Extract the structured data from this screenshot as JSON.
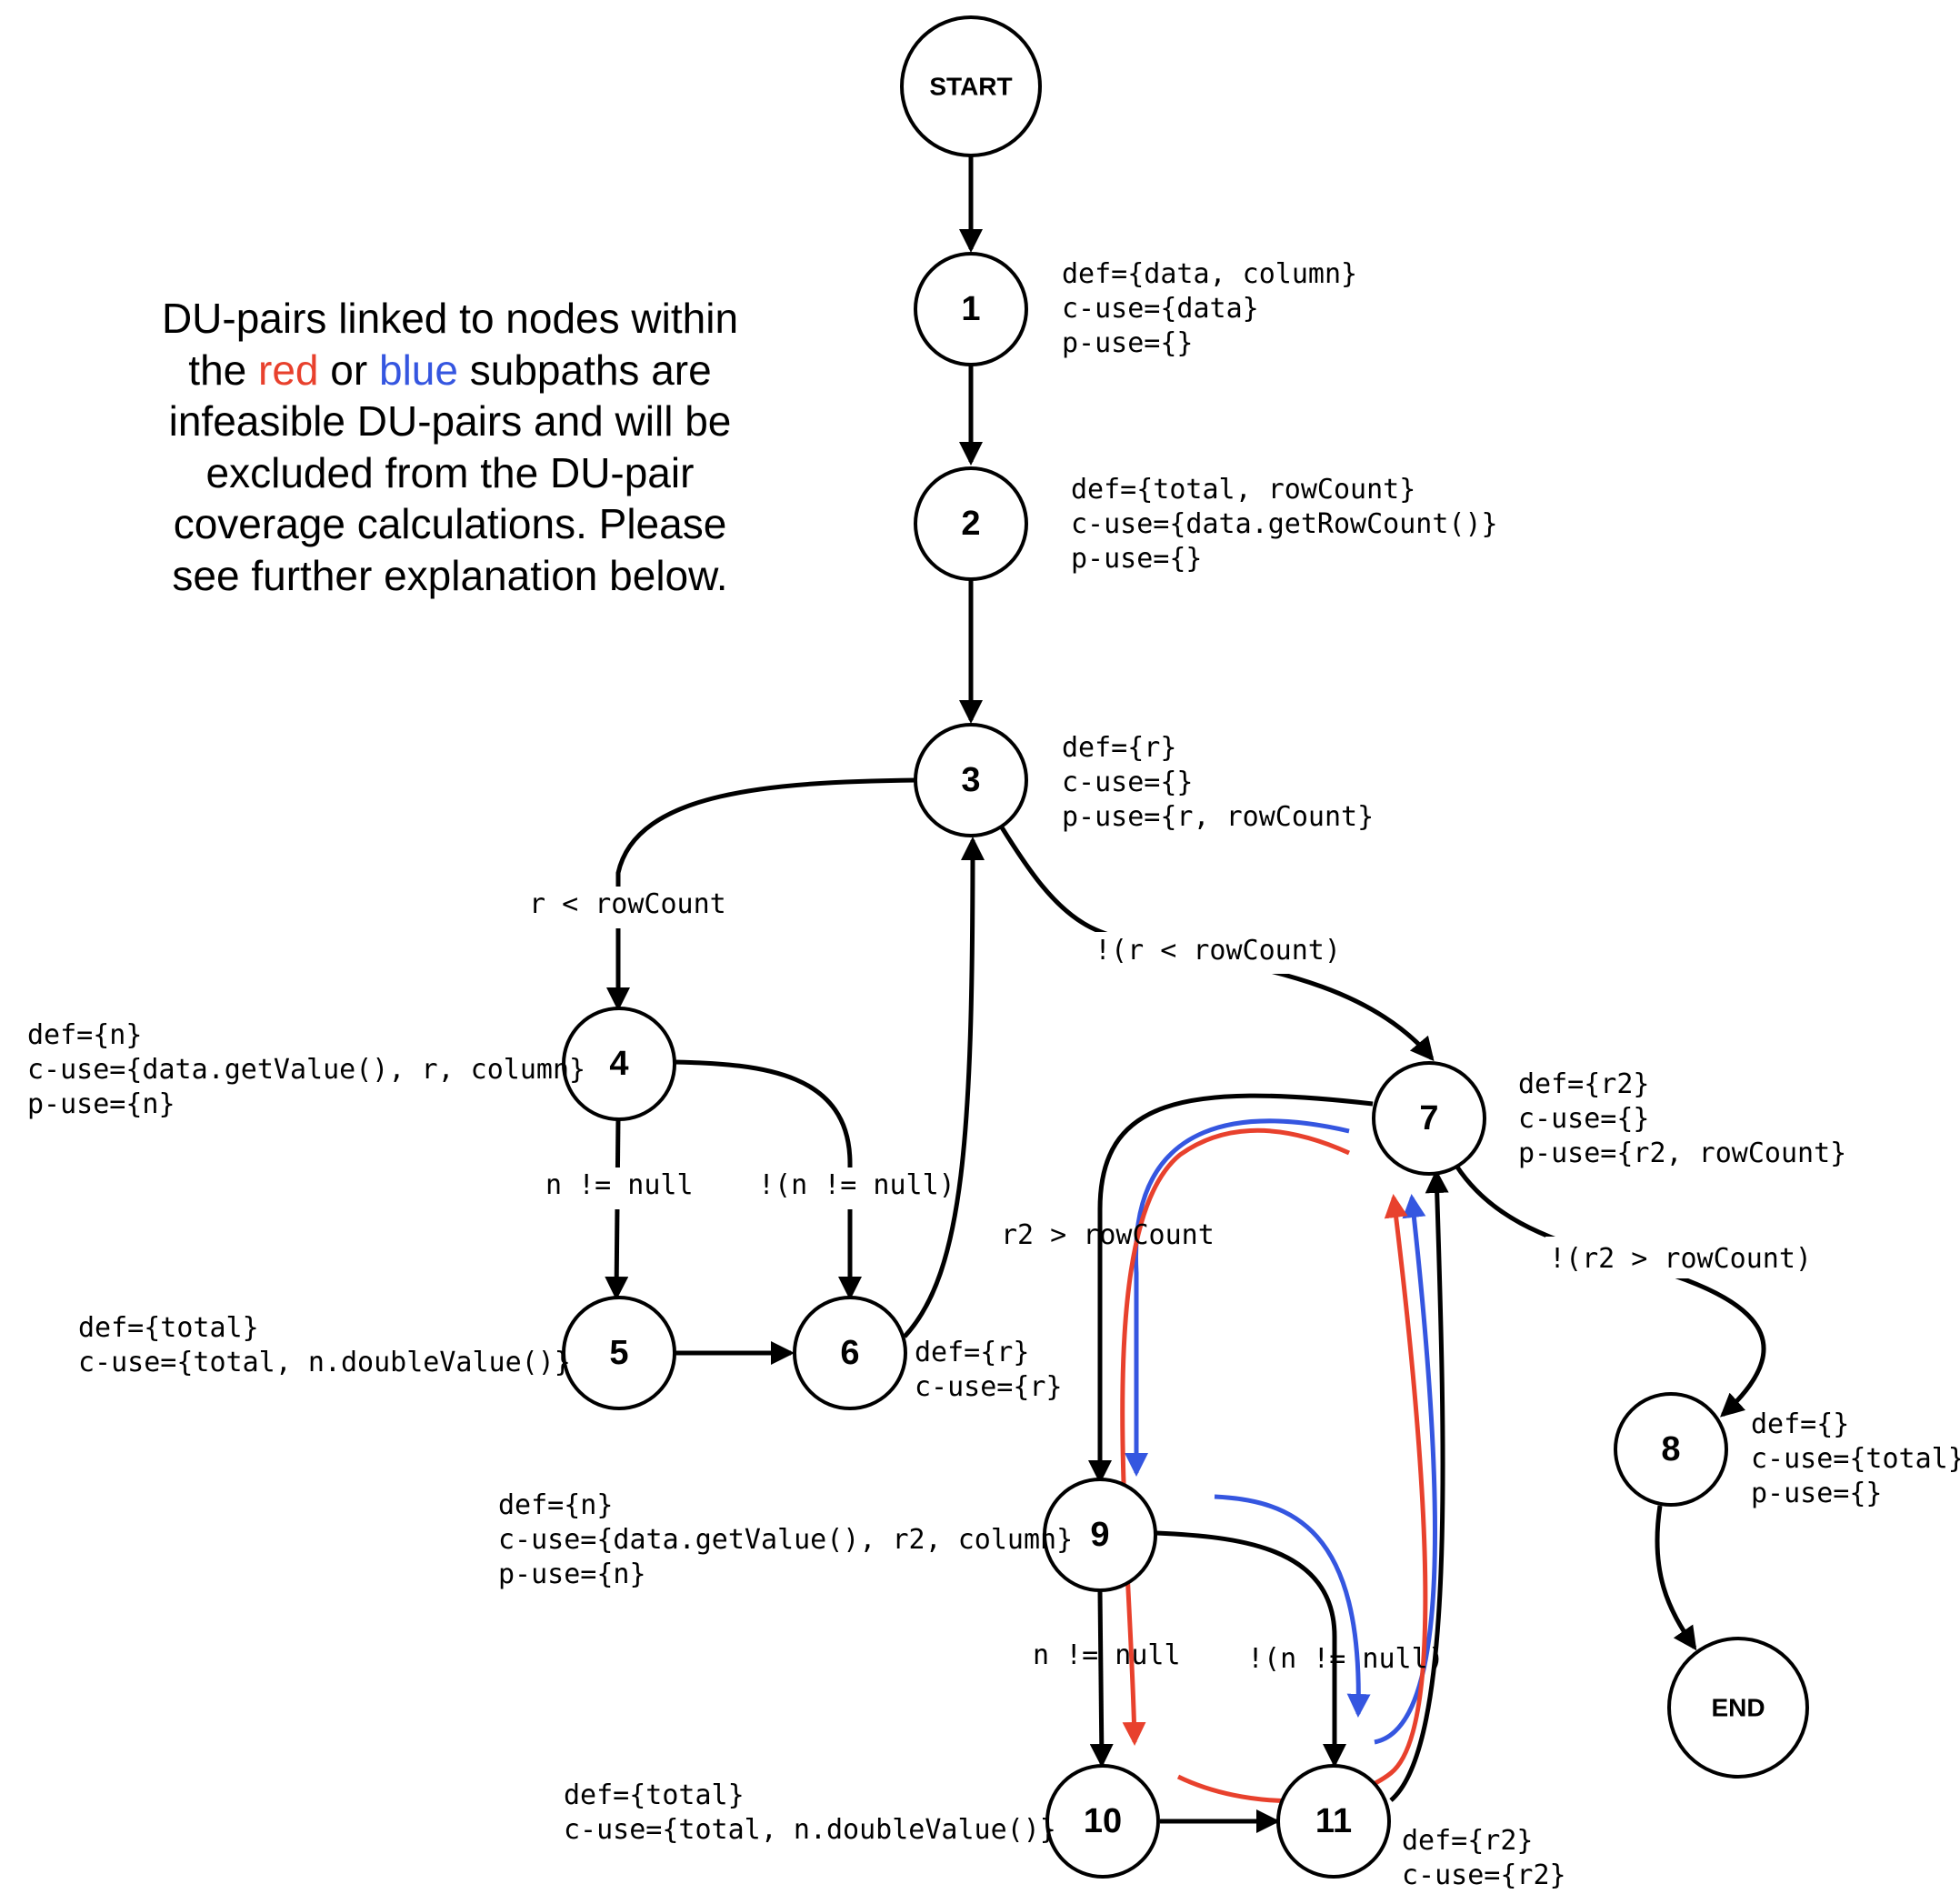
{
  "note": {
    "line1": "DU-pairs linked to nodes within",
    "line2_before": "the ",
    "red_word": "red",
    "line2_mid": " or ",
    "blue_word": "blue",
    "line2_after": " subpaths are",
    "line3": "infeasible DU-pairs and will be",
    "line4": "excluded from the DU-pair",
    "line5": "coverage calculations. Please",
    "line6": "see further explanation below."
  },
  "colors": {
    "red": "#e8412d",
    "blue": "#3556e0",
    "edge": "#000000"
  },
  "nodes": {
    "start": "START",
    "n1": "1",
    "n2": "2",
    "n3": "3",
    "n4": "4",
    "n5": "5",
    "n6": "6",
    "n7": "7",
    "n8": "8",
    "n9": "9",
    "n10": "10",
    "n11": "11",
    "end": "END"
  },
  "annotations": {
    "n1": [
      "def={data, column}",
      "c-use={data}",
      "p-use={}"
    ],
    "n2": [
      "def={total, rowCount}",
      "c-use={data.getRowCount()}",
      "p-use={}"
    ],
    "n3": [
      "def={r}",
      "c-use={}",
      "p-use={r, rowCount}"
    ],
    "n4": [
      "def={n}",
      "c-use={data.getValue(), r, column}",
      "p-use={n}"
    ],
    "n5": [
      "def={total}",
      "c-use={total, n.doubleValue()}"
    ],
    "n6": [
      "def={r}",
      "c-use={r}"
    ],
    "n7": [
      "def={r2}",
      "c-use={}",
      "p-use={r2, rowCount}"
    ],
    "n8": [
      "def={}",
      "c-use={total}",
      "p-use={}"
    ],
    "n9": [
      "def={n}",
      "c-use={data.getValue(), r2, column}",
      "p-use={n}"
    ],
    "n10": [
      "def={total}",
      "c-use={total, n.doubleValue()}"
    ],
    "n11": [
      "def={r2}",
      "c-use={r2}"
    ]
  },
  "edge_labels": {
    "e3_4": "r < rowCount",
    "e3_7": "!(r < rowCount)",
    "e4_5": "n != null",
    "e4_6": "!(n != null)",
    "e7_9": "r2 > rowCount",
    "e7_8": "!(r2 > rowCount)",
    "e9_10": "n != null",
    "e9_11": "!(n != null)"
  }
}
